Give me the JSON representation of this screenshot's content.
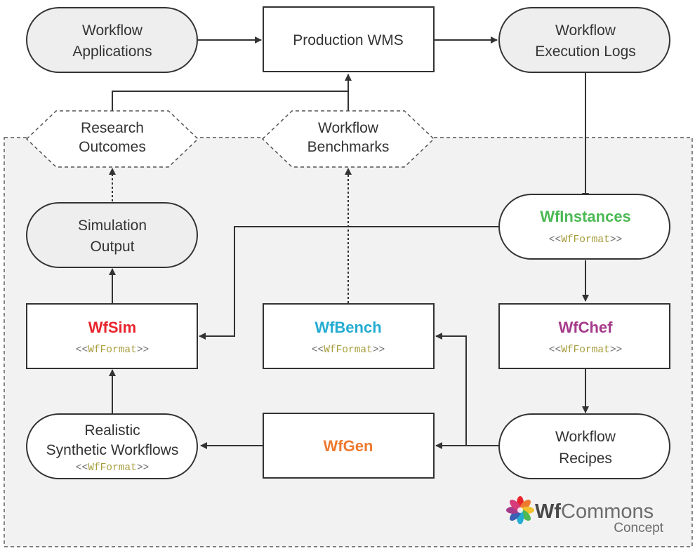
{
  "nodes": {
    "workflow_applications": {
      "line1": "Workflow",
      "line2": "Applications"
    },
    "production_wms": {
      "label": "Production WMS"
    },
    "workflow_execution_logs": {
      "line1": "Workflow",
      "line2": "Execution Logs"
    },
    "research_outcomes": {
      "line1": "Research",
      "line2": "Outcomes"
    },
    "workflow_benchmarks": {
      "line1": "Workflow",
      "line2": "Benchmarks"
    },
    "simulation_output": {
      "line1": "Simulation",
      "line2": "Output"
    },
    "wfinstances": {
      "label": "WfInstances",
      "color": "#4cb954"
    },
    "wfsim": {
      "label": "WfSim",
      "color": "#e8242d"
    },
    "wfbench": {
      "label": "WfBench",
      "color": "#24acd2"
    },
    "wfchef": {
      "label": "WfChef",
      "color": "#a53a8b"
    },
    "wfgen": {
      "label": "WfGen",
      "color": "#ee7a30"
    },
    "realistic_synthetic_workflows": {
      "line1": "Realistic",
      "line2": "Synthetic Workflows"
    },
    "workflow_recipes": {
      "line1": "Workflow",
      "line2": "Recipes"
    }
  },
  "format_tag": {
    "open": "<<",
    "name": "WfFormat",
    "close": ">>"
  },
  "branding": {
    "wf": "Wf",
    "commons": "Commons",
    "subtitle": "Concept",
    "logo_icon": "flower-logo-icon"
  },
  "colors": {
    "stroke": "#333333",
    "panel_fill": "#f2f2f2",
    "node_fill": "#eeeeee",
    "format_name": "#a79d3c"
  }
}
